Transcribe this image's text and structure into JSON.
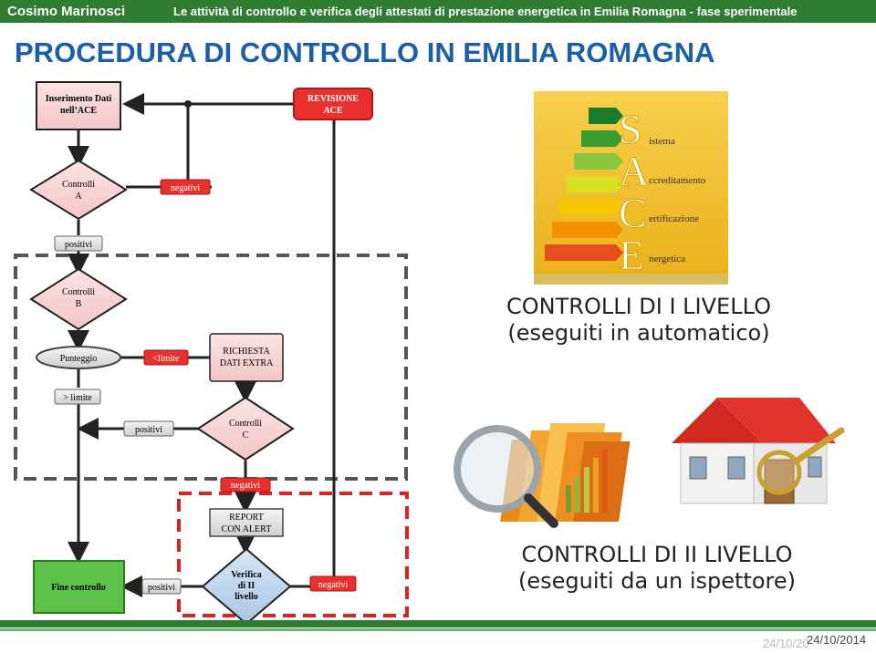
{
  "header": {
    "author": "Cosimo Marinosci",
    "subtitle": "Le attività di controllo e verifica degli attestati di prestazione energetica in Emilia Romagna - fase sperimentale"
  },
  "title": "PROCEDURA DI CONTROLLO IN EMILIA ROMAGNA",
  "flowchart": {
    "inserimento": [
      "Inserimento Dati",
      "nell’ACE"
    ],
    "revisione": [
      "REVISIONE",
      "ACE"
    ],
    "controlli_a": [
      "Controlli",
      "A"
    ],
    "negativi_a": "negativi",
    "positivi_a": "positivi",
    "controlli_b": [
      "Controlli",
      "B"
    ],
    "punteggio": "Punteggio",
    "limite_lt": "<limite",
    "richiesta": [
      "RICHIESTA",
      "DATI EXTRA"
    ],
    "limite_gt": "> limite",
    "positivi_c": "positivi",
    "controlli_c": [
      "Controlli",
      "C"
    ],
    "negativi_c": "negativi",
    "report": [
      "REPORT",
      "CON ALERT"
    ],
    "fine": "Fine controllo",
    "positivi_v": "positivi",
    "verifica": [
      "Verifica",
      "di II",
      "livello"
    ],
    "negativi_v": "negativi"
  },
  "sace_logo": {
    "letters": [
      "S",
      "A",
      "C",
      "E"
    ],
    "words": [
      "istema",
      "ccreditamento",
      "ertificazione",
      "nergetica"
    ],
    "bar_colors": [
      "#1b7a2b",
      "#3a9b2e",
      "#8cc63f",
      "#d9e021",
      "#f7c600",
      "#f39200",
      "#e84e1b"
    ]
  },
  "captions": {
    "level1_line1": "CONTROLLI DI I LIVELLO",
    "level1_line2": "(eseguiti in automatico)",
    "level2_line1": "CONTROLLI DI II LIVELLO",
    "level2_line2": "(eseguiti da un ispettore)"
  },
  "footer": {
    "date": "24/10/2014",
    "date_ghost": "24/10/20"
  }
}
